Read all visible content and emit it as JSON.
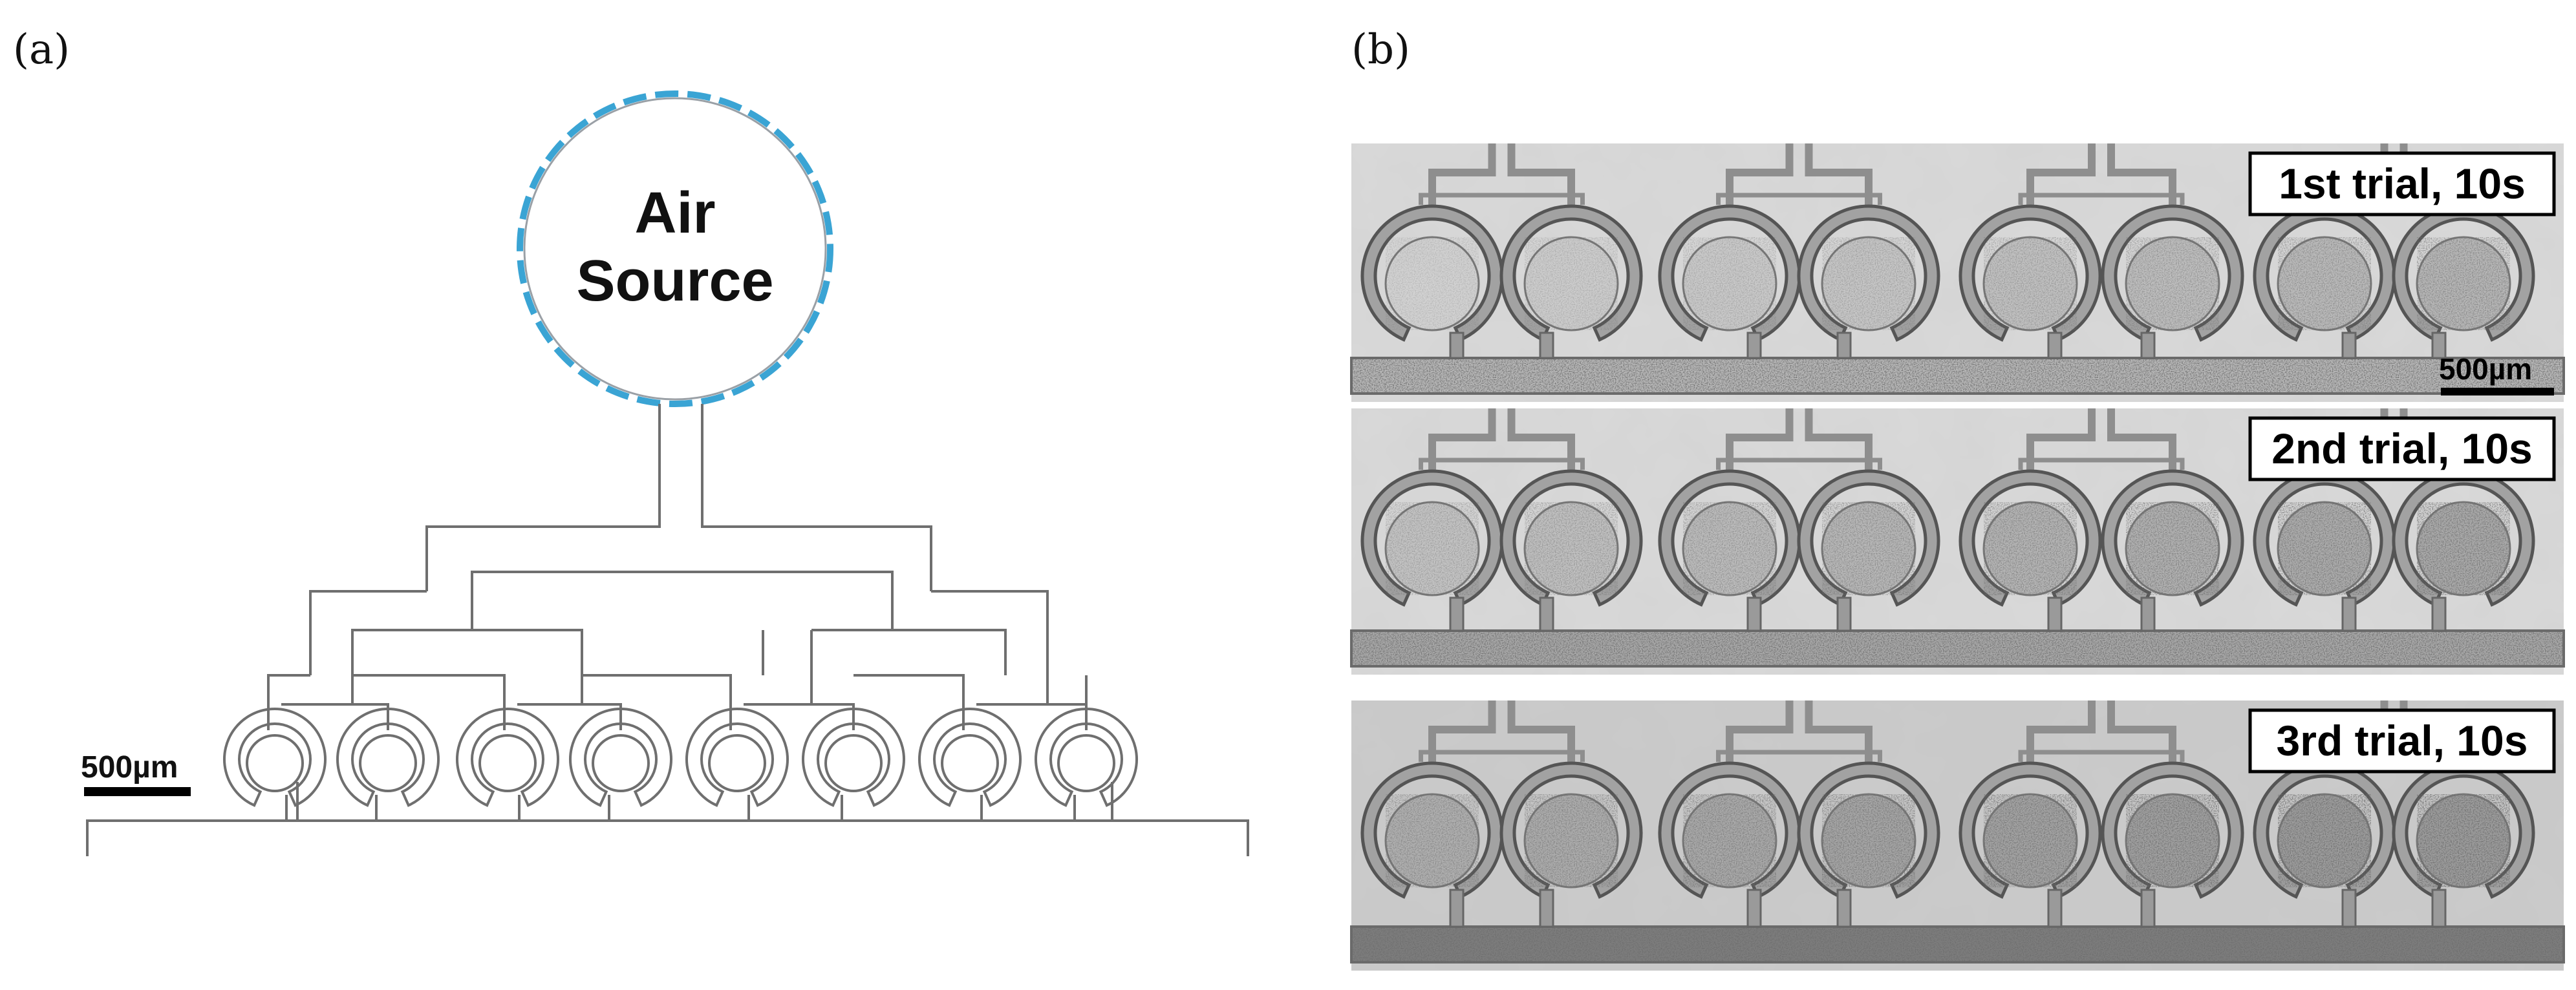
{
  "panel_a": {
    "label": "(a)",
    "air_source": {
      "line1": "Air",
      "line2": "Source",
      "ring_color": "#3aa4d4"
    },
    "scale_bar": {
      "label": "500µm"
    }
  },
  "panel_b": {
    "label": "(b)",
    "scale_bar": {
      "label": "500µm"
    },
    "trials": [
      {
        "label": "1st trial, 10s"
      },
      {
        "label": "2nd trial, 10s"
      },
      {
        "label": "3rd trial, 10s"
      }
    ]
  }
}
